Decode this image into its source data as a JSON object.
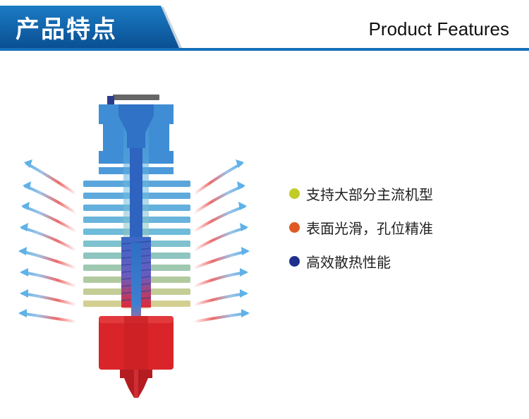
{
  "header": {
    "title_cn": "产品特点",
    "title_en": "Product Features"
  },
  "colors": {
    "header_blue": "#0a5fa6",
    "header_rule": "#1670b8",
    "airflow_blue": "#5fb2e8",
    "airflow_red": "#ef6b6b",
    "nozzle_red": "#d9252a"
  },
  "features": [
    {
      "text": "支持大部分主流机型",
      "color": "#c2cc26"
    },
    {
      "text": "表面光滑，孔位精准",
      "color": "#df5a22"
    },
    {
      "text": "高效散热性能",
      "color": "#1f2f8c"
    }
  ]
}
